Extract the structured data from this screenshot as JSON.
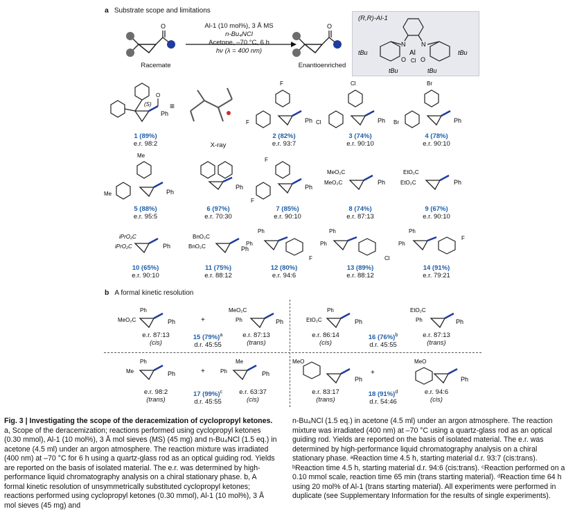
{
  "panel_a": {
    "letter": "a",
    "title": "Substrate scope and limitations",
    "conditions": [
      "Al-1 (10 mol%), 3 Å MS",
      "n-Bu₄NCl",
      "Acetone, –70 °C, 6 h",
      "hν (λ = 400 nm)"
    ],
    "left_label": "Racemate",
    "right_label": "Enantioenriched",
    "catalyst_label": "(R,R)-Al-1",
    "catalyst_atoms": [
      "N",
      "N",
      "Al",
      "O",
      "O",
      "Cl",
      "tBu",
      "tBu",
      "tBu",
      "tBu"
    ],
    "xray_label": "X-ray",
    "stereo_label": "(S)",
    "compounds": [
      {
        "id": "1",
        "yield": "1 (89%)",
        "er": "e.r. 98:2",
        "subst": [
          "Ph"
        ]
      },
      {
        "id": "2",
        "yield": "2 (82%)",
        "er": "e.r. 93:7",
        "subst": [
          "F",
          "F",
          "Ph"
        ]
      },
      {
        "id": "3",
        "yield": "3 (74%)",
        "er": "e.r. 90:10",
        "subst": [
          "Cl",
          "Cl",
          "Ph"
        ]
      },
      {
        "id": "4",
        "yield": "4 (78%)",
        "er": "e.r. 90:10",
        "subst": [
          "Br",
          "Br",
          "Ph"
        ]
      },
      {
        "id": "5",
        "yield": "5 (88%)",
        "er": "e.r. 95:5",
        "subst": [
          "Me",
          "Me",
          "Ph"
        ]
      },
      {
        "id": "6",
        "yield": "6 (97%)",
        "er": "e.r. 70:30",
        "subst": [
          "Ph"
        ]
      },
      {
        "id": "7",
        "yield": "7 (85%)",
        "er": "e.r. 90:10",
        "subst": [
          "F",
          "F",
          "Ph"
        ]
      },
      {
        "id": "8",
        "yield": "8 (74%)",
        "er": "e.r. 87:13",
        "subst": [
          "MeO₂C",
          "MeO₂C",
          "Ph"
        ]
      },
      {
        "id": "9",
        "yield": "9 (67%)",
        "er": "e.r. 90:10",
        "subst": [
          "EtO₂C",
          "EtO₂C",
          "Ph"
        ]
      },
      {
        "id": "10",
        "yield": "10 (65%)",
        "er": "e.r. 90:10",
        "subst": [
          "iPrO₂C",
          "iPrO₂C",
          "Ph"
        ]
      },
      {
        "id": "11",
        "yield": "11 (75%)",
        "er": "e.r. 88:12",
        "subst": [
          "BnO₂C",
          "BnO₂C",
          "Ph"
        ]
      },
      {
        "id": "12",
        "yield": "12 (80%)",
        "er": "e.r. 94:6",
        "subst": [
          "Ph",
          "Ph",
          "F"
        ]
      },
      {
        "id": "13",
        "yield": "13 (89%)",
        "er": "e.r. 88:12",
        "subst": [
          "Ph",
          "Ph",
          "Cl"
        ]
      },
      {
        "id": "14",
        "yield": "14 (91%)",
        "er": "e.r. 79:21",
        "subst": [
          "Ph",
          "Ph",
          "F"
        ]
      }
    ]
  },
  "panel_b": {
    "letter": "b",
    "title": "A formal kinetic resolution",
    "plus": "+",
    "sets": [
      {
        "id": "15",
        "left_er": "e.r. 87:13",
        "left_iso": "(cis)",
        "mid": "15 (79%)",
        "mid_sup": "a",
        "dr": "d.r. 45:55",
        "right_er": "e.r. 87:13",
        "right_iso": "(trans)",
        "subst": [
          "Ph",
          "MeO₂C",
          "Ph",
          "MeO₂C",
          "Ph",
          "Ph"
        ]
      },
      {
        "id": "16",
        "left_er": "e.r. 86:14",
        "left_iso": "(cis)",
        "mid": "16 (76%)",
        "mid_sup": "b",
        "dr": "d.r. 45:55",
        "right_er": "e.r. 87:13",
        "right_iso": "(trans)",
        "subst": [
          "Ph",
          "EtO₂C",
          "Ph",
          "EtO₂C",
          "Ph",
          "Ph"
        ]
      },
      {
        "id": "17",
        "left_er": "e.r. 98:2",
        "left_iso": "(trans)",
        "mid": "17 (99%)",
        "mid_sup": "c",
        "dr": "d.r. 45:55",
        "right_er": "e.r. 63:37",
        "right_iso": "(cis)",
        "subst": [
          "Ph",
          "Me",
          "Ph",
          "Me",
          "Ph",
          "Ph"
        ]
      },
      {
        "id": "18",
        "left_er": "e.r. 83:17",
        "left_iso": "(trans)",
        "mid": "18 (91%)",
        "mid_sup": "d",
        "dr": "d.r. 54:46",
        "right_er": "e.r. 94:6",
        "right_iso": "(cis)",
        "subst": [
          "MeO",
          "Ph",
          "MeO",
          "Ph"
        ]
      }
    ]
  },
  "caption": {
    "fig": "Fig. 3 | Investigating the scope of the deracemization of cyclopropyl ketones.",
    "left": [
      " a, Scope of the deracemization; reactions performed using cyclopropyl ketones (0.30 mmol), Al-1 (10 mol%), 3 Å mol sieves (MS) (45 mg) and n-Bu₄NCl (1.5 eq.) in acetone (4.5 ml) under an argon atmosphere. The reaction mixture was irradiated (400 nm) at –70 °C for 6 h using a quartz-glass rod as an optical guiding rod. Yields are reported on the basis of isolated material. The e.r. was determined by high-performance liquid chromatography analysis on a chiral stationary phase. b, A formal kinetic resolution of unsymmetrically substituted cyclopropyl ketones; reactions performed using cyclopropyl ketones (0.30 mmol), Al-1 (10 mol%), 3 Å mol sieves (45 mg) and"
    ],
    "right": "n-Bu₄NCl (1.5 eq.) in acetone (4.5 ml) under an argon atmosphere. The reaction mixture was irradiated (400 nm) at –70 °C using a quartz-glass rod as an optical guiding rod. Yields are reported on the basis of isolated material. The e.r. was determined by high-performance liquid chromatography analysis on a chiral stationary phase. ᵃReaction time 4.5 h, starting material d.r. 93:7 (cis:trans). ᵇReaction time 4.5 h, starting material d.r. 94:6 (cis:trans). ᶜReaction performed on a 0.10 mmol scale, reaction time 65 min (trans starting material). ᵈReaction time 64 h using 20 mol% of Al-1 (trans starting material). All experiments were performed in duplicate (see Supplementary Information for the results of single experiments)."
  }
}
